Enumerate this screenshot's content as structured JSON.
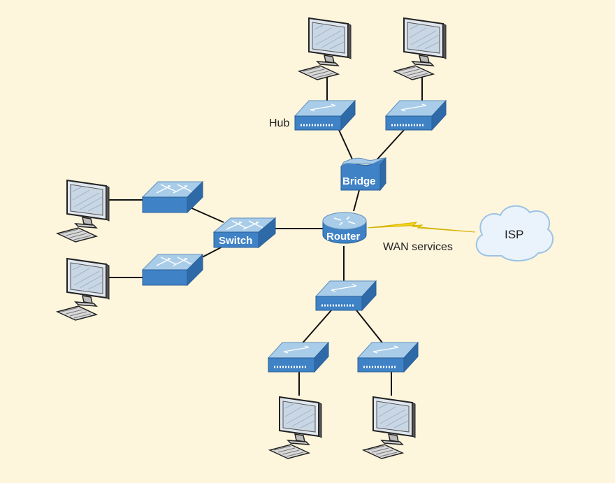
{
  "labels": {
    "hub": "Hub",
    "bridge": "Bridge",
    "router": "Router",
    "switch": "Switch",
    "isp": "ISP",
    "wan": "WAN services"
  },
  "colors": {
    "background": "#fdf5dc",
    "device_top": "#a9cde9",
    "device_front": "#3f82c5",
    "device_side": "#2f6aa8",
    "link": "#111111",
    "wan_bolt": "#f2d21b",
    "cloud": "#eaf3fb",
    "cloud_edge": "#9cc3e6"
  },
  "icons": [
    "monitor-icon",
    "keyboard-icon",
    "hub-icon",
    "switch-icon",
    "bridge-icon",
    "router-icon",
    "cloud-icon",
    "lightning-icon"
  ]
}
